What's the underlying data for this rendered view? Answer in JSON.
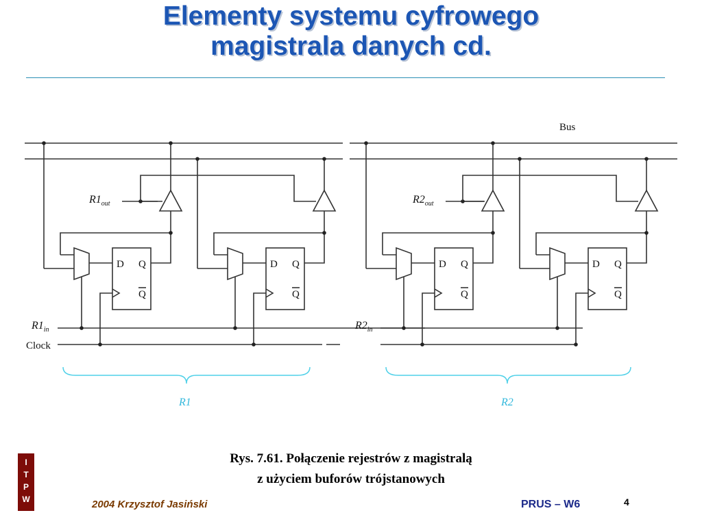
{
  "slide": {
    "title_line1": "Elementy systemu cyfrowego",
    "title_line2": "magistrala danych cd.",
    "caption_line1": "Rys. 7.61.  Połączenie rejestrów z magistralą",
    "caption_line2": "z użyciem buforów trójstanowych",
    "author": "2004 Krzysztof Jasiński",
    "course": "PRUS – W6",
    "page_number": "4",
    "logo_letters": [
      "I",
      "T",
      "P",
      "W"
    ]
  },
  "diagram": {
    "bus_label": "Bus",
    "clock_label": "Clock",
    "register1": {
      "name": "R1",
      "name_main": "R1",
      "out_sub": "out",
      "in_sub": "in"
    },
    "register2": {
      "name": "R2",
      "name_main": "R2",
      "out_sub": "out",
      "in_sub": "in"
    },
    "ff_d": "D",
    "ff_q": "Q",
    "ff_qbar": "Q"
  },
  "colors": {
    "title": "#1c56b4",
    "rule": "#2a8fb5",
    "brace": "#4fd0e8",
    "logo_bg": "#7d0c08",
    "author": "#7a3a00",
    "course": "#1c2a8a"
  }
}
